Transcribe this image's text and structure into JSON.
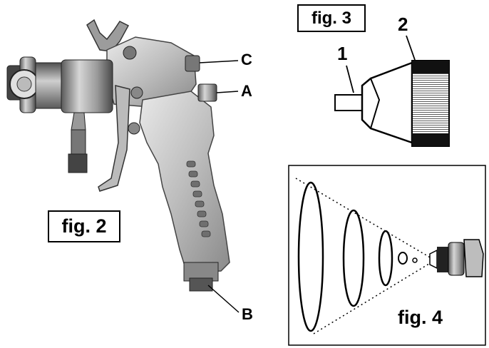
{
  "figure2": {
    "title": "fig. 2",
    "labels": {
      "c": "C",
      "a": "A",
      "b": "B"
    }
  },
  "figure3": {
    "title": "fig. 3",
    "labels": {
      "one": "1",
      "two": "2"
    }
  },
  "figure4": {
    "title": "fig. 4"
  }
}
